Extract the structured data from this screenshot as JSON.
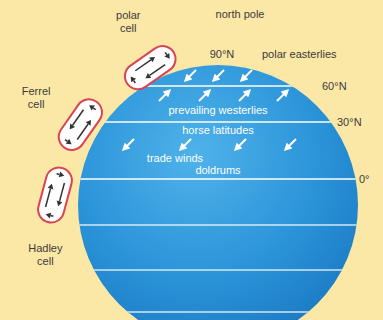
{
  "diagram": {
    "nodes": [
      {
        "text": [
          "polar cell"
        ]
      },
      {
        "text": [
          "Ferrel cell"
        ]
      },
      {
        "text": [
          "Hadley cell"
        ]
      }
    ],
    "labels": [
      "north pole",
      "90°N",
      "polar easterlies",
      "60°N",
      "prevailing westerlies",
      "30°N",
      "horse latitudes",
      "trade winds",
      "doldrums",
      "0°"
    ]
  }
}
